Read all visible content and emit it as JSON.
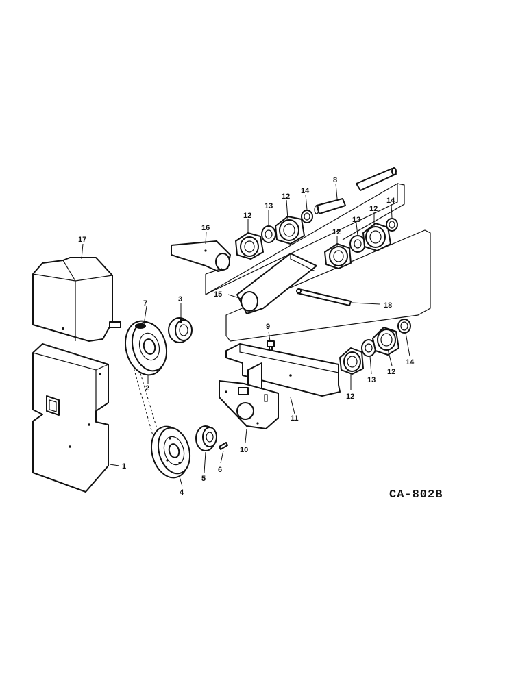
{
  "drawing_code": "CA-802B",
  "callouts": {
    "c1": "1",
    "c2": "2",
    "c3": "3",
    "c4": "4",
    "c5": "5",
    "c6": "6",
    "c7": "7",
    "c8": "8",
    "c9": "9",
    "c10": "10",
    "c11": "11",
    "c12a": "12",
    "c12b": "12",
    "c12c": "12",
    "c12d": "12",
    "c12e": "12",
    "c12f": "12",
    "c13a": "13",
    "c13b": "13",
    "c13c": "13",
    "c14a": "14",
    "c14b": "14",
    "c14c": "14",
    "c15": "15",
    "c16": "16",
    "c17": "17",
    "c18": "18"
  }
}
